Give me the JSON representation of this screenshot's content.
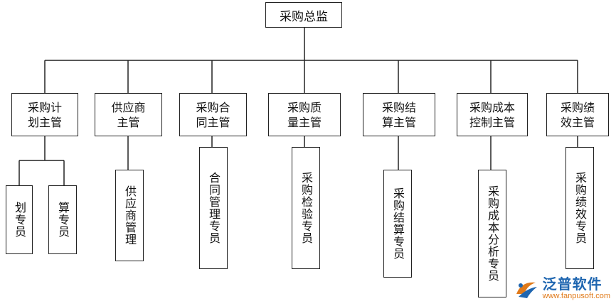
{
  "root": "采购总监",
  "managers": [
    {
      "label": "采购计划主管",
      "line1": "采购计",
      "line2": "划主管"
    },
    {
      "label": "供应商主管",
      "line1": "供应商",
      "line2": "主管"
    },
    {
      "label": "采购合同主管",
      "line1": "采购合",
      "line2": "同主管"
    },
    {
      "label": "采购质量主管",
      "line1": "采购质",
      "line2": "量主管"
    },
    {
      "label": "采购结算主管",
      "line1": "采购结",
      "line2": "算主管"
    },
    {
      "label": "采购成本控制主管",
      "line1": "采购成本",
      "line2": "控制主管"
    },
    {
      "label": "采购绩效主管",
      "line1": "采购绩",
      "line2": "效主管"
    }
  ],
  "staff": [
    "划专员",
    "算专员",
    "供应商管理",
    "合同管理专员",
    "采购检验专员",
    "采购结算专员",
    "采购成本分析专员",
    "采购绩效专员"
  ],
  "watermark": {
    "name": "泛普软件",
    "url": "www.fanpusoft.com"
  }
}
